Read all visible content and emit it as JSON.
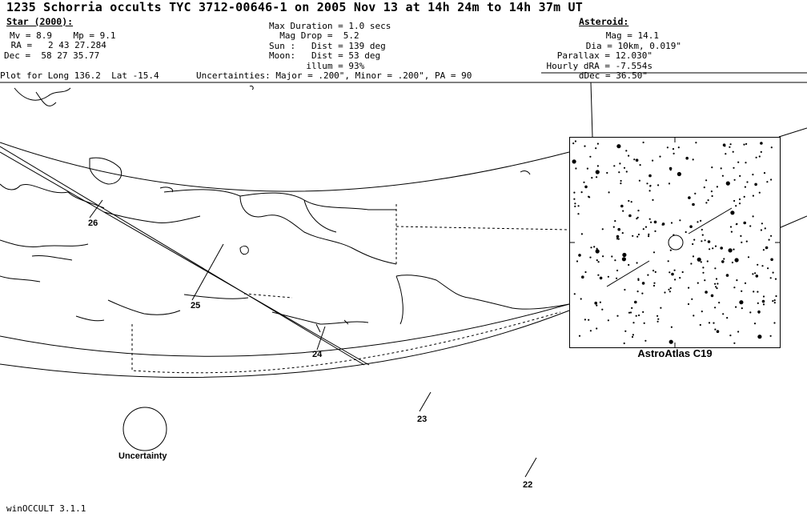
{
  "title": "1235 Schorria occults TYC 3712-00646-1 on 2005 Nov 13 at 14h 24m to 14h 37m UT",
  "star": {
    "heading": "Star (2000):",
    "mag_line": "Mv = 8.9    Mp = 9.1",
    "ra_line": " RA =   2 43 27.284",
    "dec_line": "Dec =  58 27 35.77"
  },
  "event": {
    "duration": "Max Duration = 1.0 secs",
    "drop": "  Mag Drop =  5.2",
    "sun": "Sun :   Dist = 139 deg",
    "moon": "Moon:   Dist = 53 deg",
    "illum": "       illum = 93%"
  },
  "asteroid": {
    "heading": "Asteroid:",
    "mag": "Mag = 14.1",
    "dia": "Dia = 10km, 0.019\"",
    "parallax": "Parallax = 12.030\"",
    "hourly_dra": "Hourly dRA = -7.554s",
    "ddec": "dDec = 36.50\""
  },
  "plot_for": "Plot for Long 136.2  Lat -15.4",
  "uncertainties": "Uncertainties: Major = .200\", Minor = .200\", PA = 90",
  "time_labels": [
    "26",
    "25",
    "24",
    "23",
    "22"
  ],
  "uncertainty_label": "Uncertainty",
  "inset_label": "AstroAtlas C19",
  "footer": "winOCCULT 3.1.1"
}
